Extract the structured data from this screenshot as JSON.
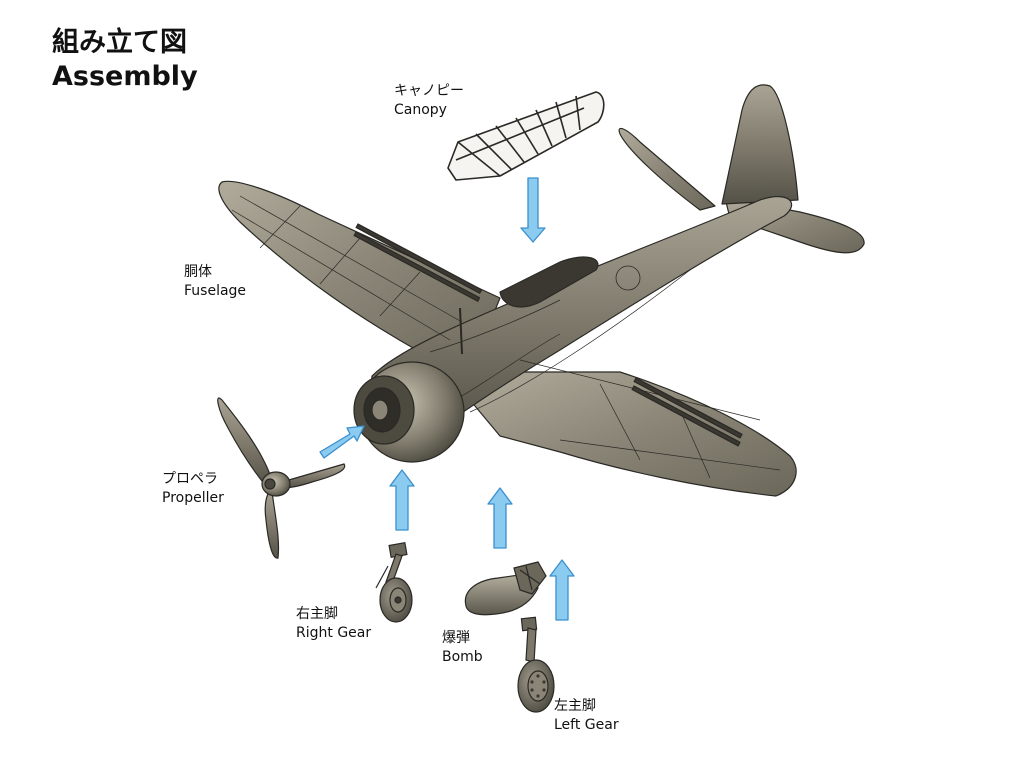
{
  "title": {
    "jp": "組み立て図",
    "en": "Assembly"
  },
  "parts": {
    "canopy": {
      "jp": "キャノピー",
      "en": "Canopy"
    },
    "fuselage": {
      "jp": "胴体",
      "en": "Fuselage"
    },
    "propeller": {
      "jp": "プロペラ",
      "en": "Propeller"
    },
    "right_gear": {
      "jp": "右主脚",
      "en": "Right Gear"
    },
    "bomb": {
      "jp": "爆弾",
      "en": "Bomb"
    },
    "left_gear": {
      "jp": "左主脚",
      "en": "Left Gear"
    }
  },
  "colors": {
    "arrow_fill": "#8ccbf0",
    "arrow_stroke": "#3a8fce",
    "metal_light": "#a8a393",
    "metal_mid": "#7d786a",
    "metal_dark": "#4a473e",
    "outline": "#2a2925"
  }
}
